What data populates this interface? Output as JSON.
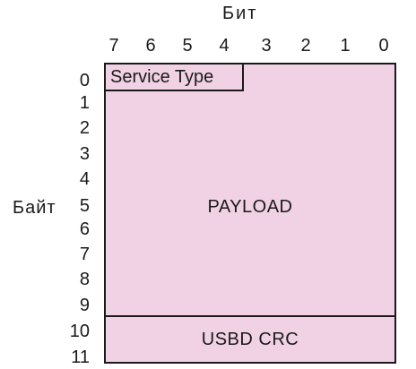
{
  "axes": {
    "bit_title": "Бит",
    "byte_title": "Байт",
    "bits": [
      "7",
      "6",
      "5",
      "4",
      "3",
      "2",
      "1",
      "0"
    ],
    "bytes": [
      "0",
      "1",
      "2",
      "3",
      "4",
      "5",
      "6",
      "7",
      "8",
      "9",
      "10",
      "11"
    ]
  },
  "fields": {
    "service_type": "Service Type",
    "payload": "PAYLOAD",
    "crc": "USBD CRC"
  },
  "colors": {
    "fill": "#f0d2e4",
    "border": "#1a1a1a"
  }
}
